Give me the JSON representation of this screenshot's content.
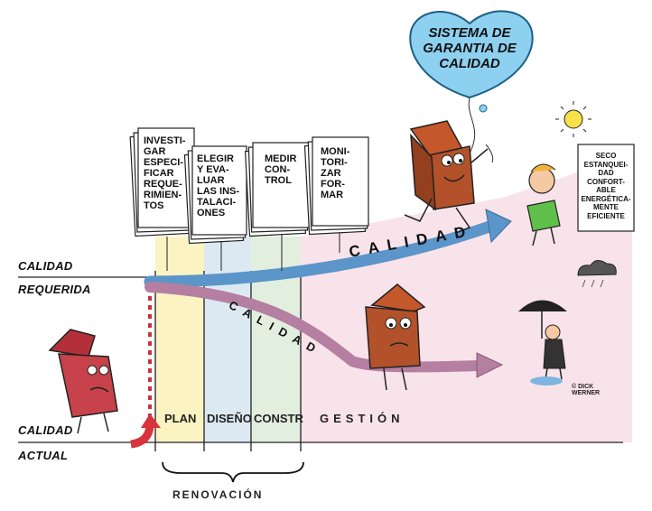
{
  "labels": {
    "calidad_requerida_1": "CALIDAD",
    "calidad_requerida_2": "REQUERIDA",
    "calidad_actual_1": "CALIDAD",
    "calidad_actual_2": "ACTUAL",
    "renovacion": "RENOVACIÓN"
  },
  "phases": {
    "plan": "PLAN",
    "diseno": "DISEÑO",
    "constr": "CONSTR",
    "gestion": "GESTIÓN"
  },
  "arrows": {
    "upper_word": "CALIDAD",
    "lower_word": "CALIDAD"
  },
  "balloon": {
    "line1": "SISTEMA DE",
    "line2": "GARANTIA DE",
    "line3": "CALIDAD"
  },
  "sheets": [
    {
      "lines": [
        "INVESTI-",
        "GAR",
        "ESPECI-",
        "FICAR",
        "REQUE-",
        "RIMIEN-",
        "TOS"
      ]
    },
    {
      "lines": [
        "ELEGIR",
        "Y EVA-",
        "LUAR",
        "LAS INS-",
        "TALACI-",
        "ONES"
      ]
    },
    {
      "lines": [
        "MEDIR",
        "CON-",
        "TROL"
      ]
    },
    {
      "lines": [
        "MONI-",
        "TORI-",
        "ZAR",
        "FOR-",
        "MAR"
      ]
    }
  ],
  "sign": {
    "lines": [
      "SECO",
      "ESTANQUEI-",
      "DAD",
      "CONFORT-",
      "ABLE",
      "ENERGÉTICA-",
      "MENTE",
      "EFICIENTE"
    ]
  },
  "credit": {
    "line1": "© DICK",
    "line2": "WERNER"
  },
  "colors": {
    "plan_band": "#fbf3c2",
    "diseno_band": "#dde9f2",
    "constr_band": "#e2efdf",
    "gestion_band": "#f9e3ea",
    "upper_arrow": "#5b95c9",
    "lower_arrow": "#b47fa0",
    "red_arrow": "#d8333a",
    "house_brown": "#b3522a",
    "balloon_blue": "#8ed0ef"
  }
}
